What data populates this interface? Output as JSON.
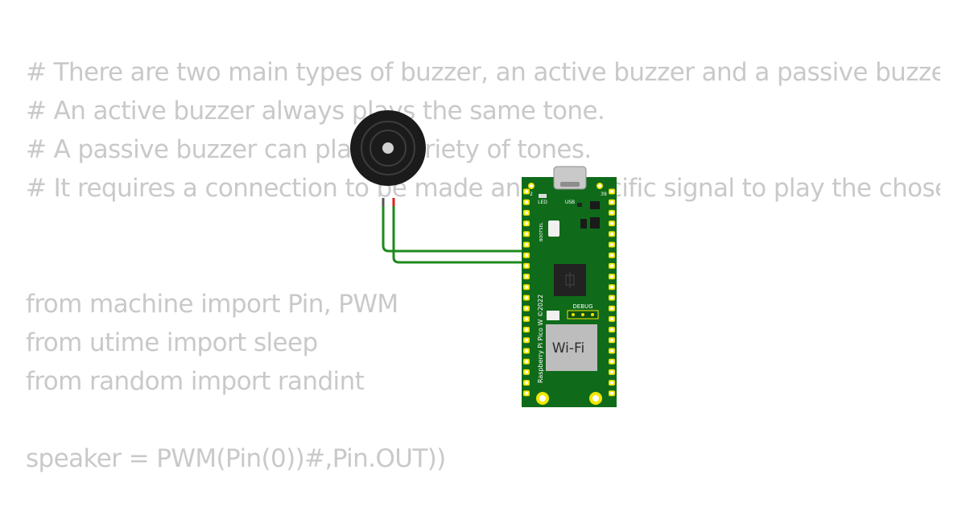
{
  "code": {
    "lines": [
      "# There are two main types of buzzer, an active buzzer and a passive buzzer",
      "# An active buzzer always plays the same tone.",
      "# A passive buzzer can play a variety of tones.",
      "# It requires a connection to be made and a specific signal to play the chosen tone",
      "",
      "",
      "from machine import Pin, PWM",
      "from utime import sleep",
      "from random import randint",
      "",
      "speaker = PWM(Pin(0))#,Pin.OUT))"
    ]
  },
  "board": {
    "wifi_label": "Wi-Fi",
    "model_label": "Raspberry Pi Pico W ©2022",
    "debug_label": "DEBUG",
    "led_label": "LED",
    "usb_label": "USB",
    "bootsel_label": "BOOTSEL",
    "pin_label_left": "2",
    "pin_label_right": "39"
  },
  "colors": {
    "code_text": "#c9c9c9",
    "pcb_green": "#0f6b1a",
    "wire_green": "#1c8a1c",
    "wire_red": "#e02020",
    "buzzer_body": "#1b1b1b",
    "pad_gold": "#f2e600"
  }
}
